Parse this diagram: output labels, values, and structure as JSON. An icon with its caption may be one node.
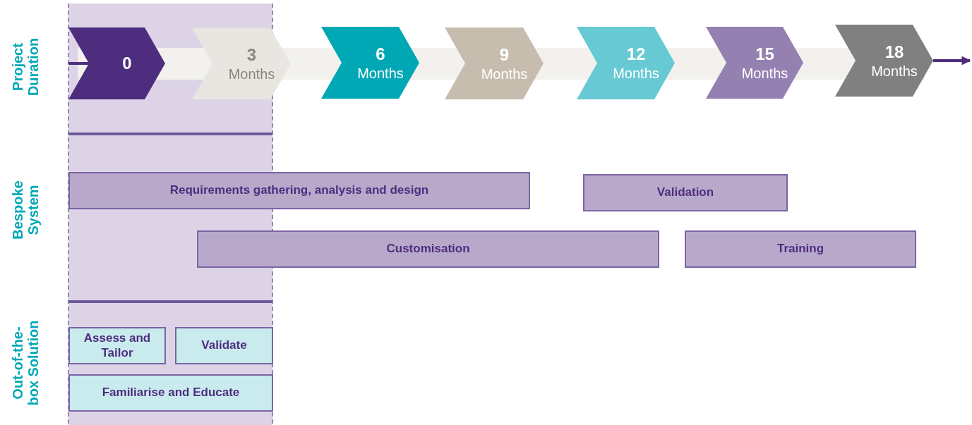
{
  "diagram": {
    "nodes": [
      {
        "text": [
          "0"
        ]
      },
      {
        "text": [
          "3",
          "Months"
        ]
      },
      {
        "text": [
          "6",
          "Months"
        ]
      },
      {
        "text": [
          "9",
          "Months"
        ]
      },
      {
        "text": [
          "12",
          "Months"
        ]
      },
      {
        "text": [
          "15",
          "Months"
        ]
      },
      {
        "text": [
          "18",
          "Months"
        ]
      },
      {
        "text": [
          "Requirements gathering, analysis and design"
        ]
      },
      {
        "text": [
          "Validation"
        ]
      },
      {
        "text": [
          "Customisation"
        ]
      },
      {
        "text": [
          "Training"
        ]
      },
      {
        "text": [
          "Assess and Tailor"
        ]
      },
      {
        "text": [
          "Validate"
        ]
      },
      {
        "text": [
          "Familiarise and Educate"
        ]
      }
    ],
    "edges": [
      {
        "from": null,
        "to": 0,
        "arrow": "none"
      },
      {
        "from": 6,
        "to": null,
        "arrow": "to"
      }
    ],
    "labels": [
      "Project Duration",
      "Bespoke System",
      "Out-of-the- box Solution"
    ]
  }
}
